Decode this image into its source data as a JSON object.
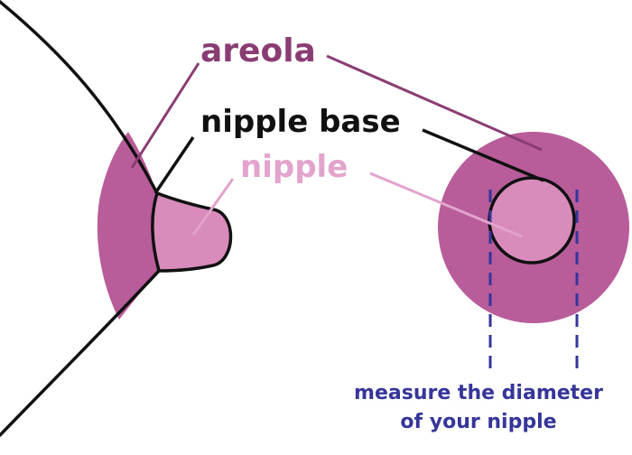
{
  "labels": {
    "areola": "areola",
    "nipple_base": "nipple base",
    "nipple": "nipple",
    "measure_line1": "measure the diameter",
    "measure_line2": "of your nipple"
  },
  "colors": {
    "areola": "#b85c9a",
    "nipple": "#d98cbb",
    "areola_label": "#8a3d73",
    "nipple_label": "#e2a3cc",
    "outline": "#111111",
    "measure": "#35359a",
    "background": "#ffffff"
  }
}
